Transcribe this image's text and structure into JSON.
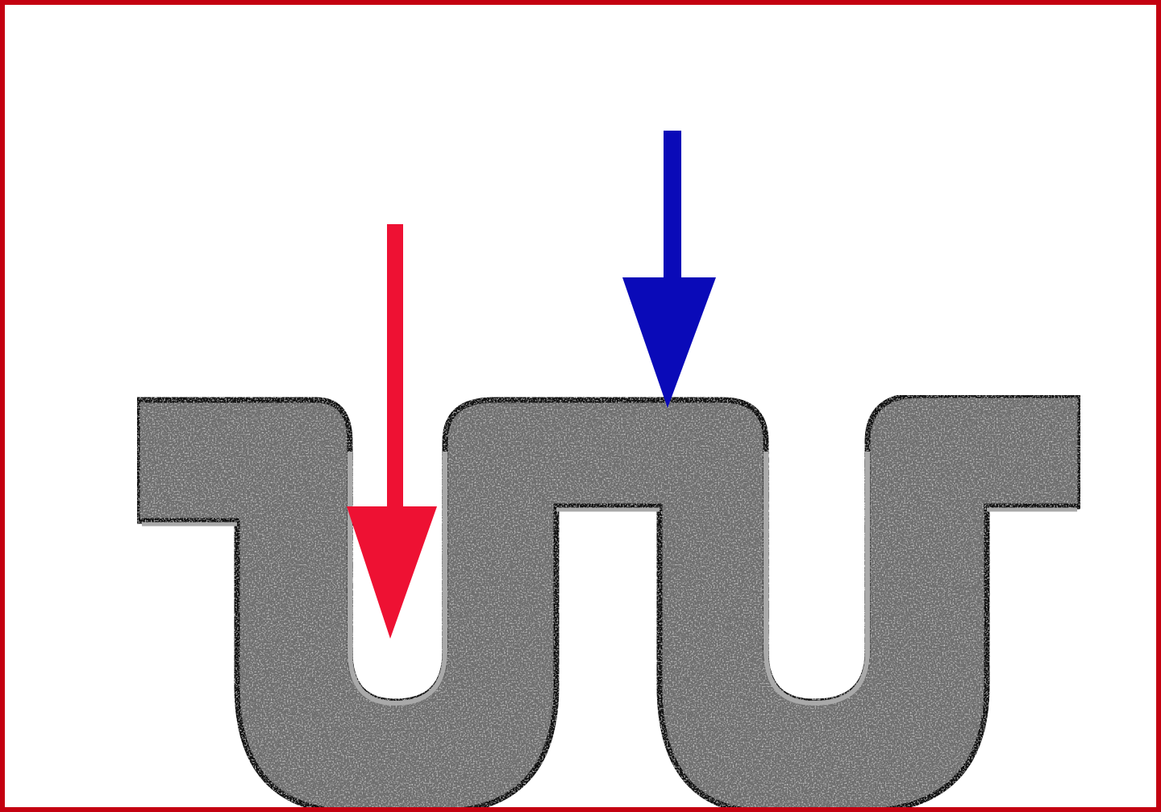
{
  "diagram": {
    "colors": {
      "border": "#c40010",
      "pipe_fill": "#6e6e6e",
      "pipe_outline": "#111111",
      "pipe_highlight": "#a9a9a9",
      "arrow_left": "#ee1133",
      "arrow_right": "#0a0ab8",
      "background": "#ffffff"
    },
    "arrows": [
      {
        "name": "red-arrow",
        "direction": "down",
        "color": "#ee1133"
      },
      {
        "name": "blue-arrow",
        "direction": "down",
        "color": "#0a0ab8"
      }
    ],
    "shape": "corrugated-strip-cross-section"
  }
}
